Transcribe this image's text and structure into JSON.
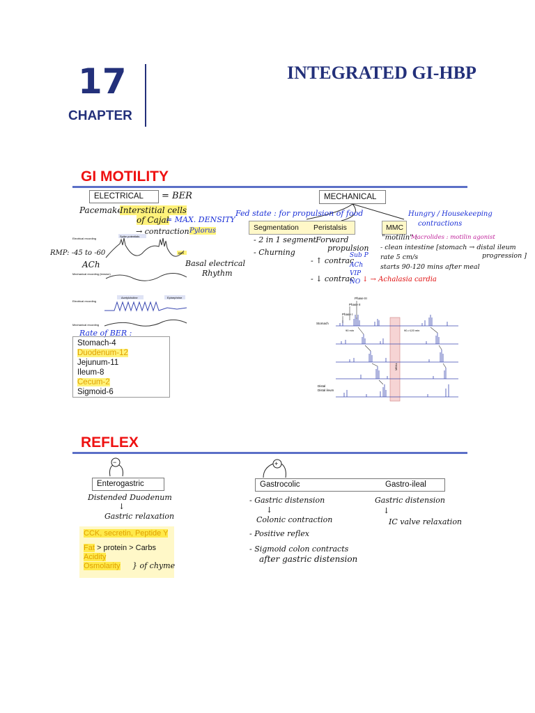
{
  "chapter": {
    "number": "17",
    "label": "CHAPTER",
    "title": "INTEGRATED GI-HBP"
  },
  "gi_motility": {
    "heading": "GI MOTILITY",
    "electrical": {
      "box_label": "ELECTRICAL",
      "ber_note": "= BER",
      "pacemaker_label": "Pacemaker :",
      "pacemaker_text1": "Interstitial cells",
      "pacemaker_text2": "of Cajal",
      "max_density": "= MAX. DENSITY",
      "pylorus": "Pylorus",
      "contractions": "→ contractions",
      "rmp": "RMP: -45 to -60",
      "ach": "ACh",
      "basal_line1": "Basal electrical",
      "basal_line2": "Rhythm",
      "trace1_labels": [
        "Electrical recording",
        "Mechanical recording (tension)"
      ],
      "trace2_labels": [
        "Electrical recording",
        "Mechanical recording"
      ],
      "trace_tags": [
        "Spike potentials",
        "BER",
        "Acetylcholine",
        "Epinephrine"
      ],
      "rate_title": "Rate of BER :",
      "rates": [
        "Stomach-4",
        "Duodenum-12",
        "Jejunum-11",
        "Ileum-8",
        "Cecum-2",
        "Sigmoid-6"
      ]
    },
    "mechanical": {
      "box_label": "MECHANICAL",
      "fed_state": "Fed state : for propulsion of food",
      "hungry": "Hungry / Housekeeping",
      "contractions": "contractions",
      "segmentation": "Segmentation",
      "peristalsis": "Peristalsis",
      "mmc": "MMC",
      "seg_notes": [
        "- 2 in 1 segment",
        "- Churning"
      ],
      "per_notes": [
        "- Forward",
        "propulsion",
        "- ↑ contrac",
        "Sub P",
        "ACh",
        "- ↓ contrac",
        "VIP",
        "NO",
        "↓ → Achalasia cardia"
      ],
      "mmc_notes": [
        "\"motilin\" :",
        "Macrolides : motilin agonist",
        "- clean intestine [stomach → distal ileum",
        "progression ]",
        "rate 5 cm/s",
        "starts 90-120 mins after meal"
      ],
      "chart_labels": [
        "Phase III",
        "Phase II",
        "Phase I",
        "Stomach",
        "90 min",
        "90->120 min",
        "MEAL",
        "Distal ileum"
      ]
    }
  },
  "reflex": {
    "heading": "REFLEX",
    "enterogastric": {
      "sign": "−",
      "box_label": "Enterogastric",
      "notes": [
        "Distended Duodenum",
        "↓",
        "Gastric relaxation"
      ],
      "mediators": "CCK, secretin, Peptide Y",
      "fat": "Fat",
      "fat_rest": "> protein > Carbs",
      "acidity": "Acidity",
      "osmolarity": "Osmolarity",
      "of_chyme": "} of chyme"
    },
    "gastrocolic": {
      "sign": "+",
      "label": "Gastrocolic",
      "notes": [
        "- Gastric distension",
        "↓",
        "Colonic contraction",
        "- Positive reflex",
        "- Sigmoid colon contracts",
        "after gastric distension"
      ]
    },
    "gastroileal": {
      "label": "Gastro-ileal",
      "notes": [
        "Gastric distension",
        "↓",
        "IC valve relaxation"
      ]
    }
  }
}
